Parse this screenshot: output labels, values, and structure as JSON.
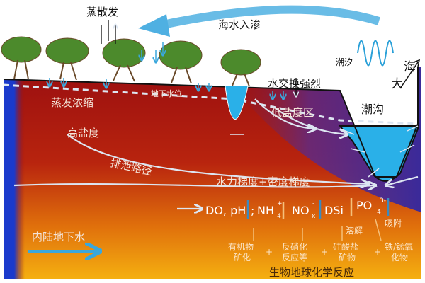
{
  "labels": {
    "evaporation": "蒸散发",
    "seawater_infiltration": "海水入渗",
    "tide": "潮汐",
    "sea_char1": "海",
    "sea_char2": "大",
    "strong_exchange": "水交换强烈",
    "water_table": "地下水位",
    "evap_concentration": "蒸发浓缩",
    "high_salinity": "高盐度",
    "low_salinity_zone": "低盐度区",
    "tidal_creek": "潮沟",
    "discharge_path": "排泄路径",
    "gradient": "水力梯度+密度梯度",
    "inland_groundwater": "内陆地下水",
    "biogeochem": "生物地球化学反应"
  },
  "species": {
    "do_ph": "DO, pH",
    "sep": ";",
    "nh4": "NH",
    "nh4_sub": "4",
    "nh4_sup": "+",
    "nox": "NO",
    "nox_sub": "x",
    "nox_sup": "-",
    "dsi": "DSi",
    "po4": "PO",
    "po4_sub": "4",
    "po4_sup": "3-"
  },
  "processes": {
    "dissolution": "溶解",
    "adsorption": "吸附",
    "p1_l1": "有机物",
    "p1_l2": "矿化",
    "p2_l1": "反硝化",
    "p2_l2": "反应等",
    "p3_l1": "硅酸盐",
    "p3_l2": "矿物",
    "p4_l1": "铁/锰氧",
    "p4_l2": "化物",
    "plus": "+"
  },
  "colors": {
    "arrow_blue": "#3aa7dc",
    "water": "#2ab0e8",
    "up_arrow": "#f5c07a"
  }
}
